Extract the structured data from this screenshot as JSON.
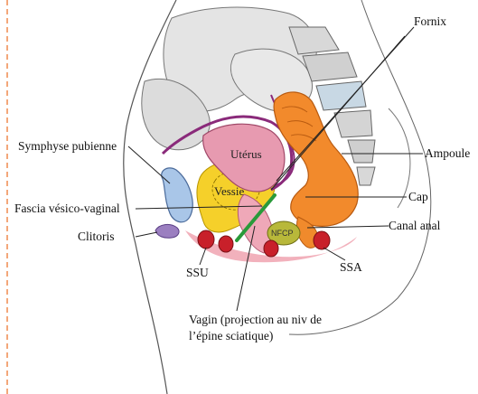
{
  "labels": {
    "fornix": "Fornix",
    "symphyse": "Symphyse pubienne",
    "ampoule": "Ampoule",
    "fascia": "Fascia vésico-vaginal",
    "cap": "Cap",
    "clitoris": "Clitoris",
    "canal_anal": "Canal anal",
    "ssu": "SSU",
    "ssa": "SSA",
    "vagin_line1": "Vagin (projection au niv de",
    "vagin_line2": "l’épine sciatique)"
  },
  "organs": {
    "uterus": "Utérus",
    "vessie": "Vessie",
    "nfcp": "NFCP"
  },
  "colors": {
    "bladder": "#f5d02a",
    "uterus": "#e79ab0",
    "uterus_outline": "#8a2a7a",
    "rectum": "#f28a2c",
    "vagina_line": "#2a9a3a",
    "pubis": "#a9c6e8",
    "clitoris": "#9b7fc0",
    "sphincter": "#c8202a",
    "perineum": "#f2b1bc",
    "nfcp": "#b8b83a"
  }
}
